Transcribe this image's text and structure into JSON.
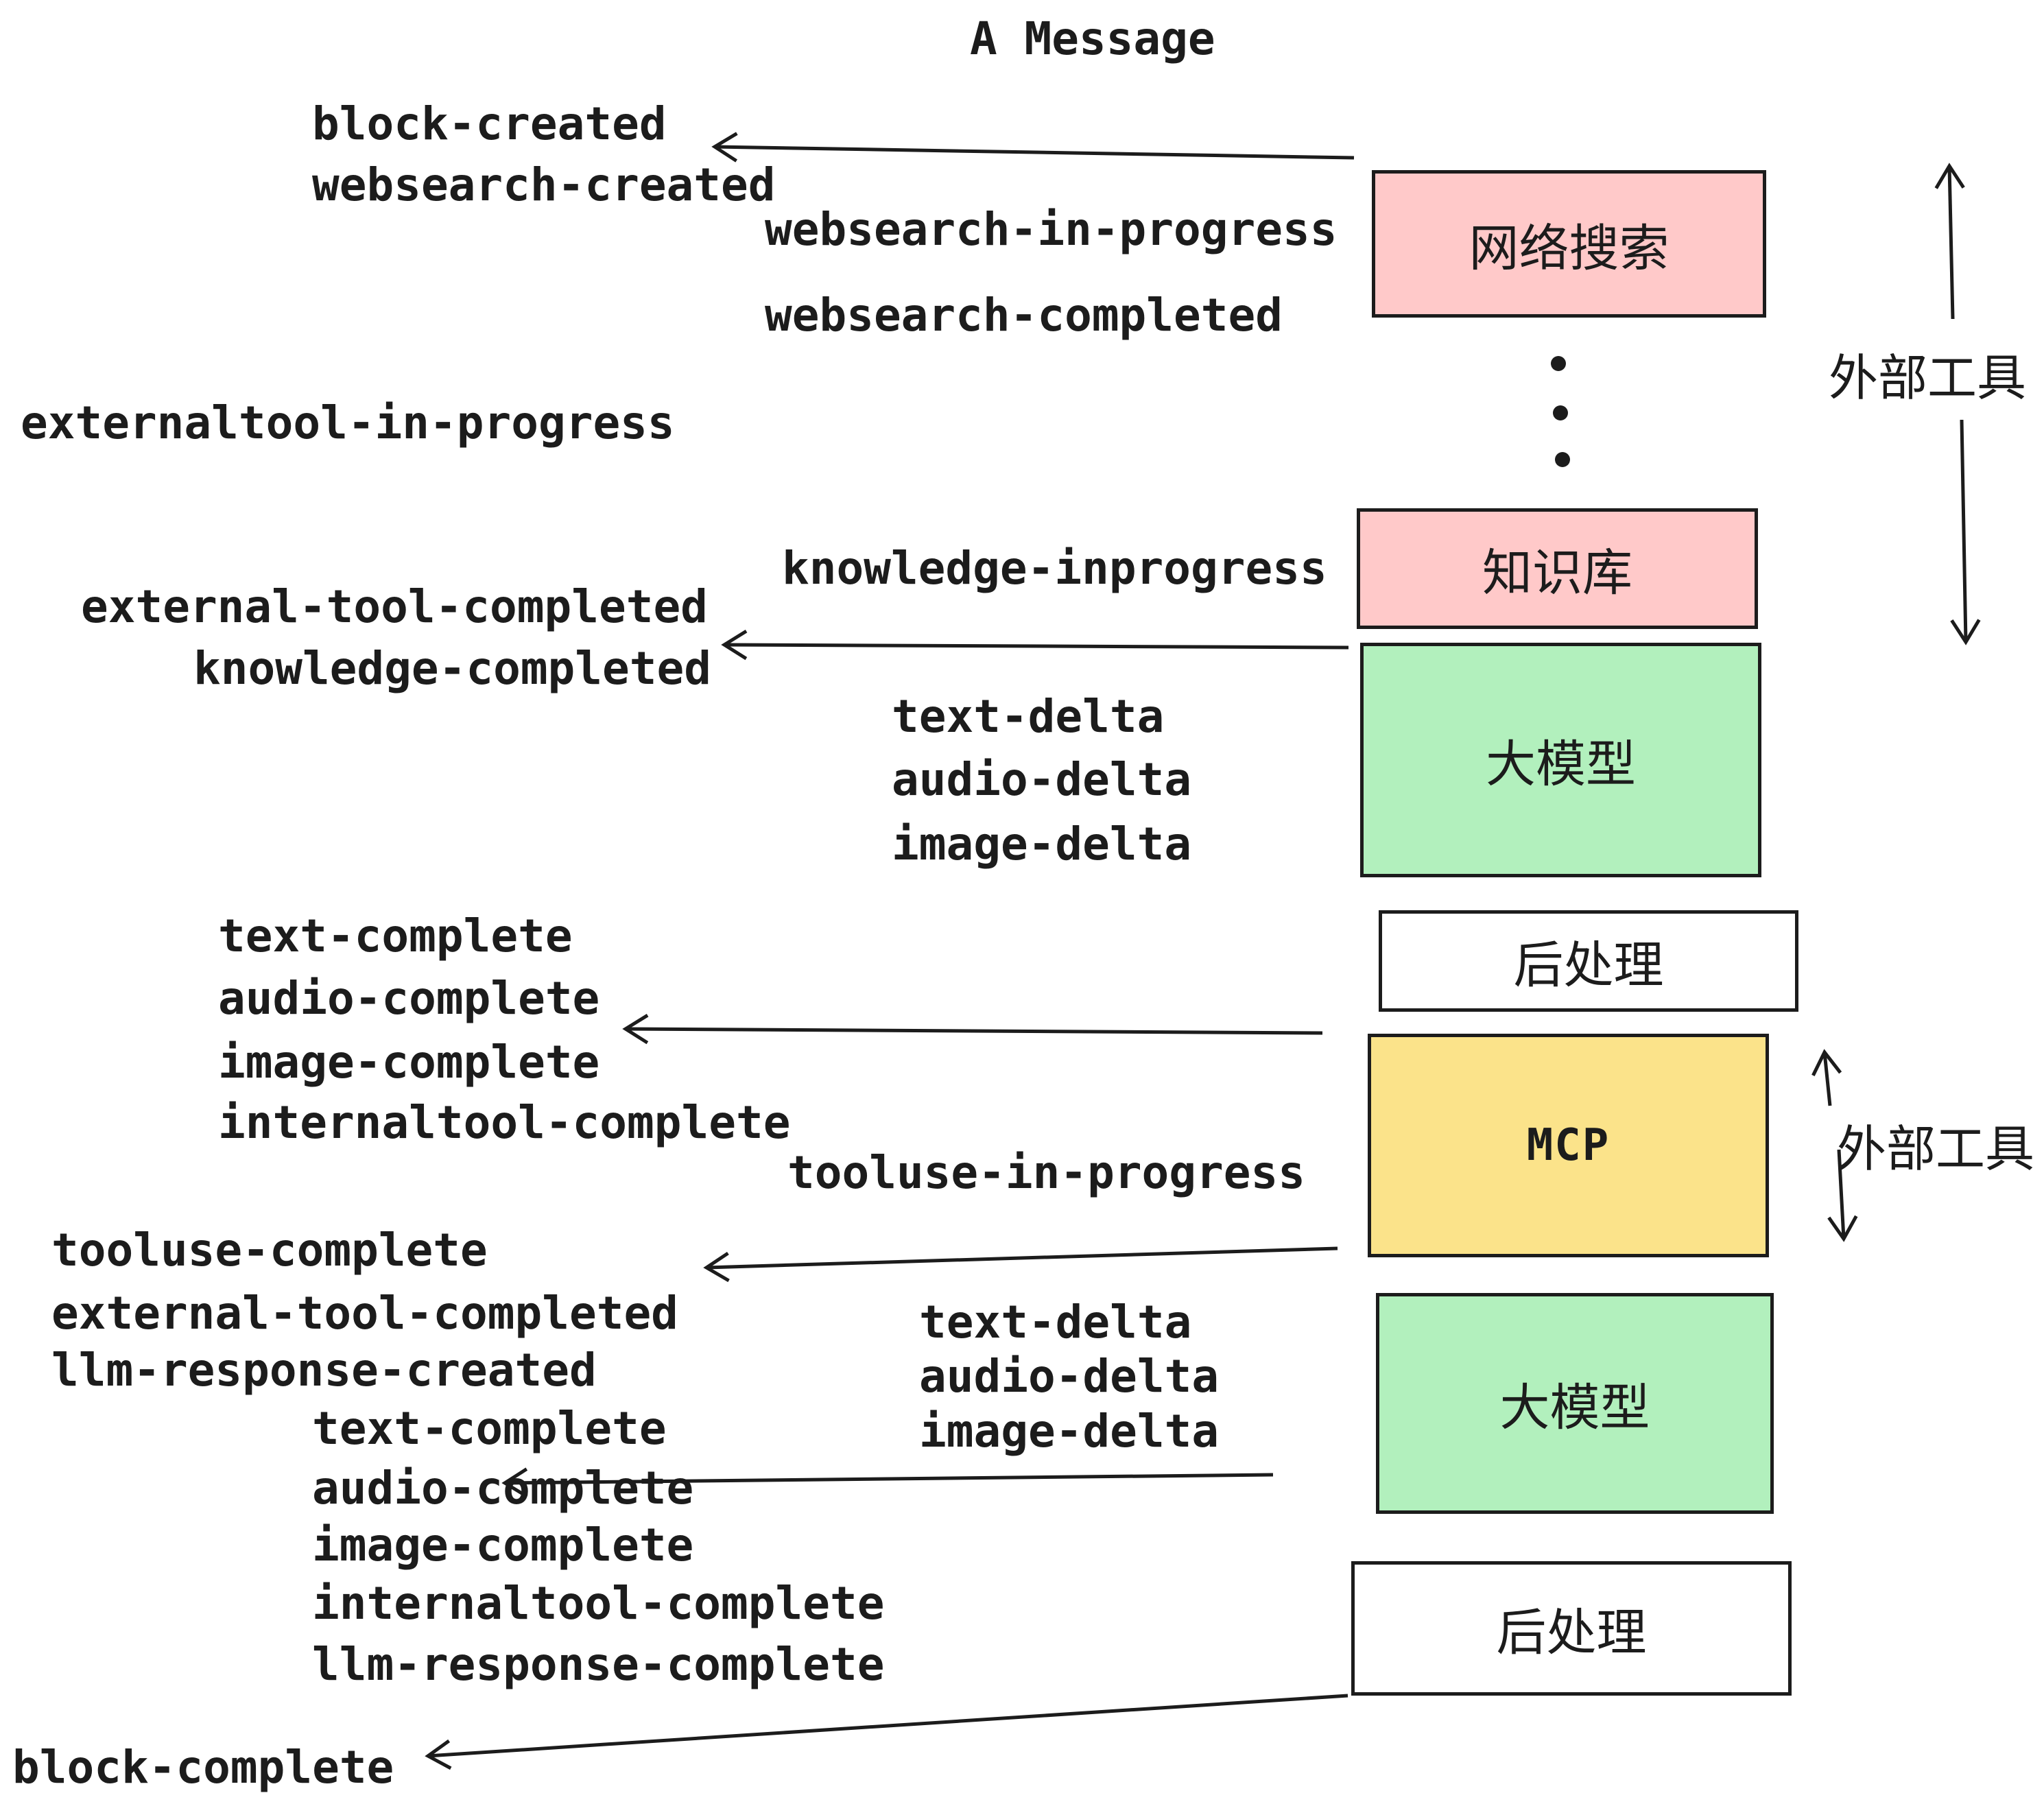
{
  "title": "A Message",
  "palette": {
    "ink": "#1c1c1c",
    "pink": "#FFC9C9",
    "green": "#B2F0BD",
    "yellow": "#FBE38A",
    "white": "#FFFFFF"
  },
  "nodes": {
    "websearch": {
      "label": "网络搜索",
      "fill": "#FFC9C9"
    },
    "knowledge": {
      "label": "知识库",
      "fill": "#FFC9C9"
    },
    "llm_1": {
      "label": "大模型",
      "fill": "#B2F0BD"
    },
    "post_1": {
      "label": "后处理",
      "fill": "#FFFFFF"
    },
    "mcp": {
      "label": "MCP",
      "fill": "#FBE38A"
    },
    "llm_2": {
      "label": "大模型",
      "fill": "#B2F0BD"
    },
    "post_2": {
      "label": "后处理",
      "fill": "#FFFFFF"
    }
  },
  "side_labels": {
    "external_tools_top": "外部工具",
    "external_tools_bottom": "外部工具"
  },
  "events": {
    "block_created": "block-created",
    "websearch_created": "websearch-created",
    "websearch_in_progress": "websearch-in-progress",
    "websearch_completed": "websearch-completed",
    "externaltool_in_progress": "externaltool-in-progress",
    "external_tool_completed_1": "external-tool-completed",
    "knowledge_inprogress": "knowledge-inprogress",
    "knowledge_completed": "knowledge-completed",
    "text_delta_1": "text-delta",
    "audio_delta_1": "audio-delta",
    "image_delta_1": "image-delta",
    "text_complete_1": "text-complete",
    "audio_complete_1": "audio-complete",
    "image_complete_1": "image-complete",
    "internaltool_complete_1": "internaltool-complete",
    "tooluse_in_progress": "tooluse-in-progress",
    "tooluse_complete": "tooluse-complete",
    "external_tool_completed_2": "external-tool-completed",
    "llm_response_created": "llm-response-created",
    "text_delta_2": "text-delta",
    "audio_delta_2": "audio-delta",
    "image_delta_2": "image-delta",
    "text_complete_2": "text-complete",
    "audio_complete_2": "audio-complete",
    "image_complete_2": "image-complete",
    "internaltool_complete_2": "internaltool-complete",
    "llm_response_complete": "llm-response-complete",
    "block_complete": "block-complete"
  }
}
